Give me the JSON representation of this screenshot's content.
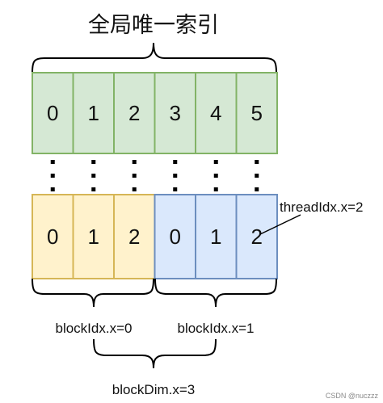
{
  "title": "全局唯一索引",
  "global_row": {
    "fill": "#d5e8d4",
    "stroke": "#82b366",
    "cells": [
      "0",
      "1",
      "2",
      "3",
      "4",
      "5"
    ]
  },
  "blocks": [
    {
      "fill": "#fff2cc",
      "stroke": "#d6b656",
      "cells": [
        "0",
        "1",
        "2"
      ],
      "label": "blockIdx.x=0"
    },
    {
      "fill": "#dae8fc",
      "stroke": "#6c8ebf",
      "cells": [
        "0",
        "1",
        "2"
      ],
      "label": "blockIdx.x=1"
    }
  ],
  "thread_label": "threadIdx.x=2",
  "block_dim_label": "blockDim.x=3",
  "watermark": "CSDN @nuczzz"
}
